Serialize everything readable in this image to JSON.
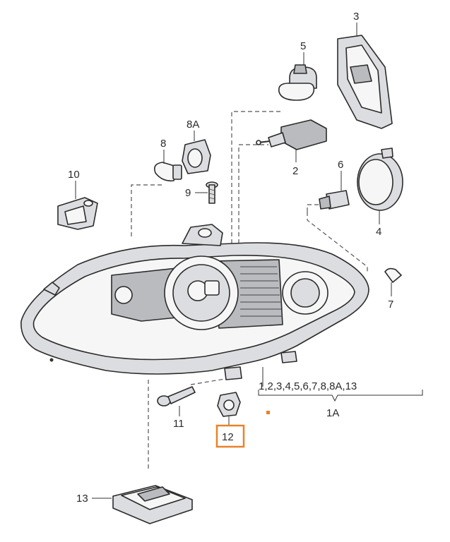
{
  "diagram": {
    "highlight_color": "#e8822a",
    "callouts": {
      "p1a": "1A",
      "p1a_list": "1,2,3,4,5,6,7,8,8A,13",
      "p2": "2",
      "p3": "3",
      "p4": "4",
      "p5": "5",
      "p6": "6",
      "p7": "7",
      "p8": "8",
      "p8a": "8A",
      "p9": "9",
      "p10": "10",
      "p11": "11",
      "p12": "12",
      "p13": "13"
    },
    "highlighted_part": "12"
  }
}
